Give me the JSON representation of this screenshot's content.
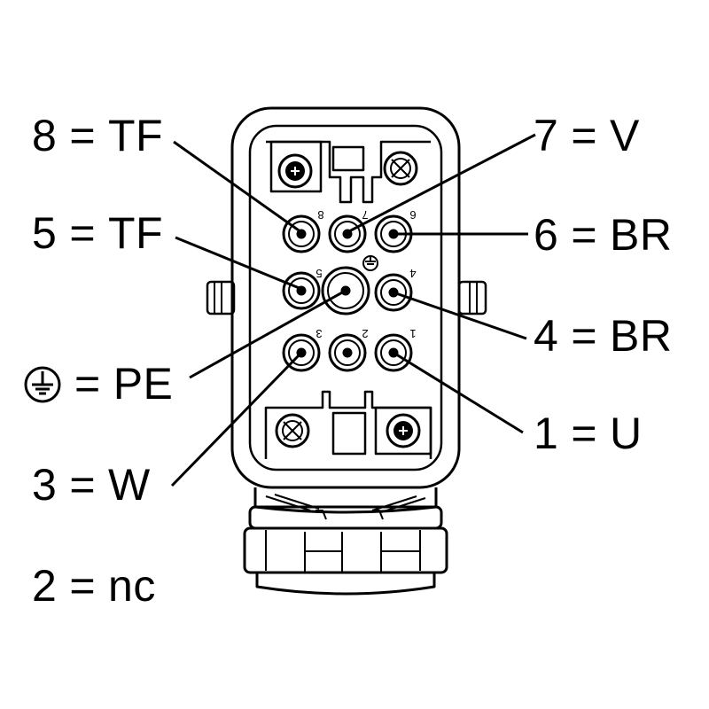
{
  "pin_labels": [
    {
      "pin": "8",
      "signal": "TF"
    },
    {
      "pin": "5",
      "signal": "TF"
    },
    {
      "pin": "",
      "signal": "PE",
      "symbol": "protective-earth-icon"
    },
    {
      "pin": "3",
      "signal": "W"
    },
    {
      "pin": "2",
      "signal": "nc"
    },
    {
      "pin": "7",
      "signal": "V"
    },
    {
      "pin": "6",
      "signal": "BR"
    },
    {
      "pin": "4",
      "signal": "BR"
    },
    {
      "pin": "1",
      "signal": "U"
    }
  ],
  "pin_numbers": [
    "8",
    "7",
    "6",
    "5",
    "4",
    "3",
    "2",
    "1"
  ],
  "equals": "="
}
